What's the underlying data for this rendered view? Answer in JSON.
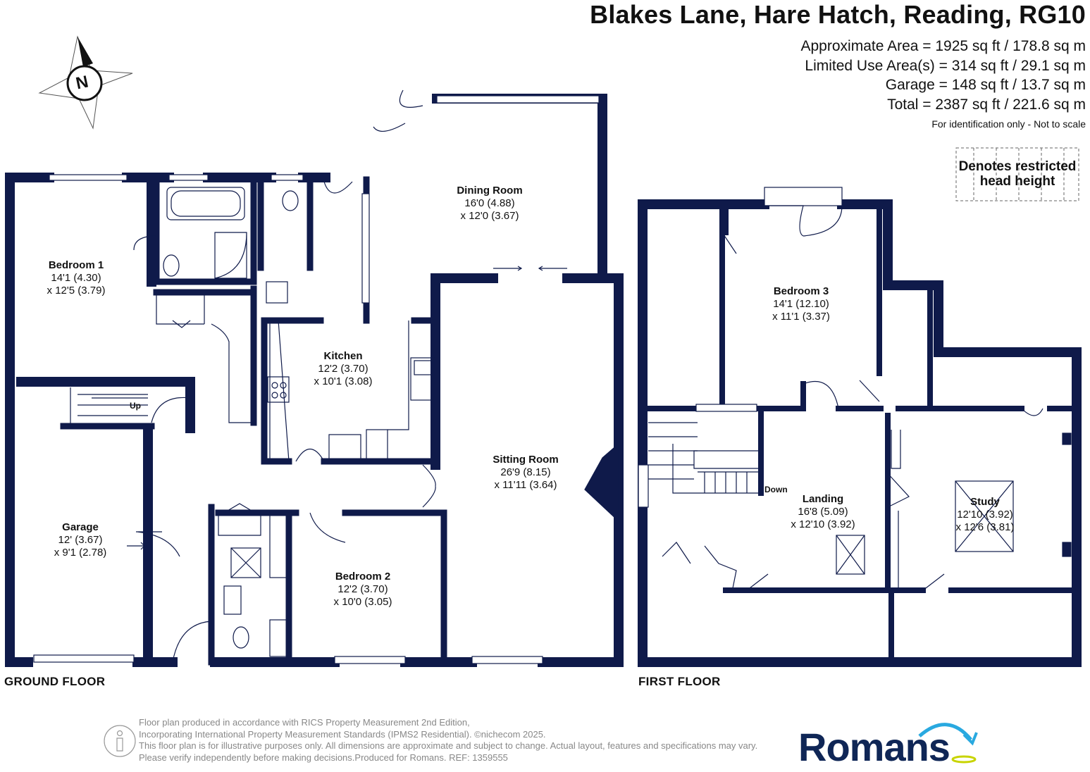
{
  "header": {
    "address": "Blakes Lane, Hare Hatch, Reading, RG10",
    "areas": [
      "Approximate Area = 1925 sq ft / 178.8 sq m",
      "Limited Use Area(s) = 314 sq ft / 29.1 sq m",
      "Garage = 148 sq ft / 13.7 sq m",
      "Total = 2387 sq ft / 221.6 sq m"
    ],
    "note": "For identification only - Not to scale"
  },
  "legend": {
    "line1": "Denotes restricted",
    "line2": "head height"
  },
  "compass": {
    "label": "N"
  },
  "ground_floor": {
    "label": "GROUND FLOOR",
    "stairs_label": "Up",
    "rooms": [
      {
        "name": "Bedroom 1",
        "dim1": "14'1 (4.30)",
        "dim2": "x 12'5 (3.79)"
      },
      {
        "name": "Kitchen",
        "dim1": "12'2 (3.70)",
        "dim2": "x 10'1 (3.08)"
      },
      {
        "name": "Dining Room",
        "dim1": "16'0 (4.88)",
        "dim2": "x 12'0 (3.67)"
      },
      {
        "name": "Sitting Room",
        "dim1": "26'9 (8.15)",
        "dim2": "x 11'11 (3.64)"
      },
      {
        "name": "Garage",
        "dim1": "12' (3.67)",
        "dim2": "x 9'1 (2.78)"
      },
      {
        "name": "Bedroom 2",
        "dim1": "12'2 (3.70)",
        "dim2": "x 10'0 (3.05)"
      }
    ]
  },
  "first_floor": {
    "label": "FIRST FLOOR",
    "stairs_label": "Down",
    "rooms": [
      {
        "name": "Bedroom 3",
        "dim1": "14'1 (12.10)",
        "dim2": "x 11'1 (3.37)"
      },
      {
        "name": "Landing",
        "dim1": "16'8 (5.09)",
        "dim2": "x 12'10 (3.92)"
      },
      {
        "name": "Study",
        "dim1": "12'10 (3.92)",
        "dim2": "x 12'6 (3.81)"
      }
    ]
  },
  "footer": {
    "lines": [
      "Floor plan produced in accordance with RICS Property Measurement 2nd Edition,",
      "Incorporating International Property Measurement Standards (IPMS2 Residential).   ©nichecom 2025.",
      "This floor plan is for illustrative purposes only. All dimensions are approximate and subject to change. Actual layout, features and specifications may vary.",
      "Please verify independently before making decisions.Produced for Romans.    REF:  1359555"
    ],
    "logo": "Romans"
  },
  "colors": {
    "wall": "#0f1a4a",
    "text": "#111111",
    "brand": "#0f2656",
    "accent": "#29a9e0",
    "disclaimer": "#888888"
  }
}
